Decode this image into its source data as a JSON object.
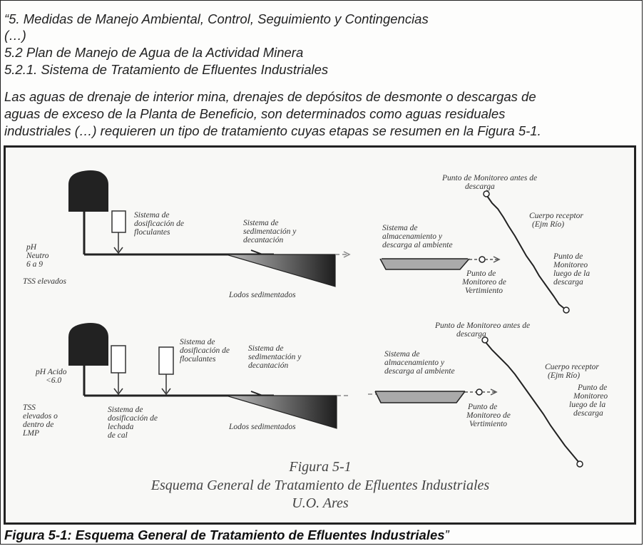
{
  "quote": {
    "heading": "“5. Medidas de Manejo Ambiental, Control, Seguimiento y Contingencias",
    "ellipsis": "(…)",
    "subheading": "5.2 Plan de Manejo de Agua de la Actividad Minera",
    "subsubheading": "5.2.1. Sistema de Tratamiento de Efluentes Industriales",
    "paragraph_lines": [
      "Las aguas de drenaje de interior mina, drenajes de depósitos de desmonte o descargas de",
      "aguas de exceso de la Planta de Beneficio, son determinados como aguas residuales",
      "industriales (…) requieren un tipo de tratamiento cuyas etapas se resumen en la Figura 5-1."
    ]
  },
  "figure": {
    "top": {
      "ph": [
        "pH",
        "Neutro",
        "6 a 9"
      ],
      "tss": "TSS elevados",
      "dosing": [
        "Sistema de",
        "dosificación de",
        "floculantes"
      ],
      "sedimentation": [
        "Sistema de",
        "sedimentación y",
        "decantación"
      ],
      "storage": [
        "Sistema de",
        "almacenamiento y",
        "descarga al ambiente"
      ],
      "sludge": "Lodos sedimentados",
      "monitor_before": [
        "Punto de Monitoreo antes de",
        "descarga"
      ],
      "receptor": [
        "Cuerpo receptor",
        "(Ejm Río)"
      ],
      "monitor_after": [
        "Punto de",
        "Monitoreo",
        "luego de la",
        "descarga"
      ],
      "monitor_discharge": [
        "Punto de",
        "Monitoreo de",
        "Vertimiento"
      ]
    },
    "bottom": {
      "ph": [
        "pH Acido",
        "<6.0"
      ],
      "tss": [
        "TSS",
        "elevados o",
        "dentro de",
        "LMP"
      ],
      "lime": [
        "Sistema de",
        "dosificación de",
        "lechada",
        "de cal"
      ],
      "dosing": [
        "Sistema de",
        "dosificación de",
        "floculantes"
      ],
      "sedimentation": [
        "Sistema de",
        "sedimentación y",
        "decantación"
      ],
      "storage": [
        "Sistema de",
        "almacenamiento y",
        "descarga al ambiente"
      ],
      "sludge": "Lodos sedimentados",
      "monitor_before": [
        "Punto de Monitoreo antes de",
        "descarga"
      ],
      "receptor": [
        "Cuerpo receptor",
        "(Ejm Río)"
      ],
      "monitor_after": [
        "Punto de",
        "Monitoreo",
        "luego de la",
        "descarga"
      ],
      "monitor_discharge": [
        "Punto de",
        "Monitoreo de",
        "Vertimiento"
      ]
    },
    "caption_lines": [
      "Figura 5-1",
      "Esquema General de Tratamiento de Efluentes Industriales",
      "U.O. Ares"
    ]
  },
  "bottom_caption": {
    "text": "Figura 5-1: Esquema General de Tratamiento de Efluentes Industriales",
    "closing_quote": "”"
  }
}
